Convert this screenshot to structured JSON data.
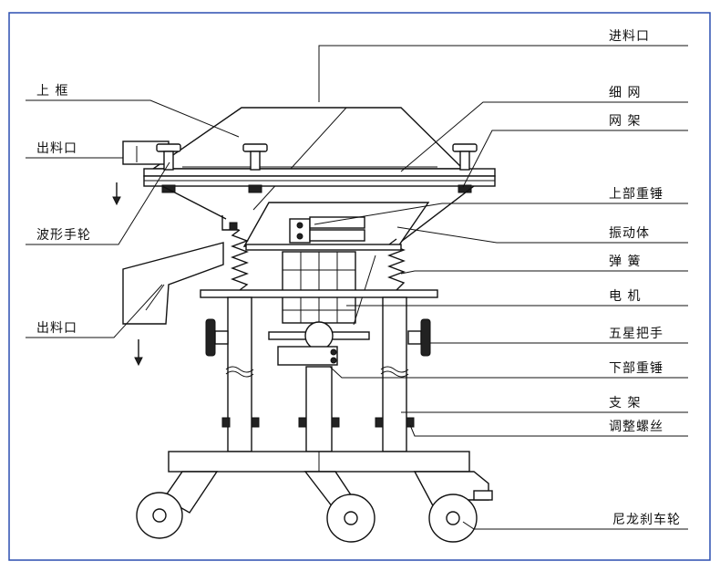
{
  "colors": {
    "border": "#2b4fb0",
    "line": "#111111"
  },
  "labels": {
    "right": [
      {
        "text": "进料口"
      },
      {
        "text": "细 网"
      },
      {
        "text": "网 架"
      },
      {
        "text": "上部重锤"
      },
      {
        "text": "振动体"
      },
      {
        "text": "弹 簧"
      },
      {
        "text": "电 机"
      },
      {
        "text": "五星把手"
      },
      {
        "text": "下部重锤"
      },
      {
        "text": "支 架"
      },
      {
        "text": "调整螺丝"
      },
      {
        "text": "尼龙刹车轮"
      }
    ],
    "left": [
      {
        "text": "上 框"
      },
      {
        "text": "出料口"
      },
      {
        "text": "波形手轮"
      },
      {
        "text": "出料口"
      }
    ]
  }
}
